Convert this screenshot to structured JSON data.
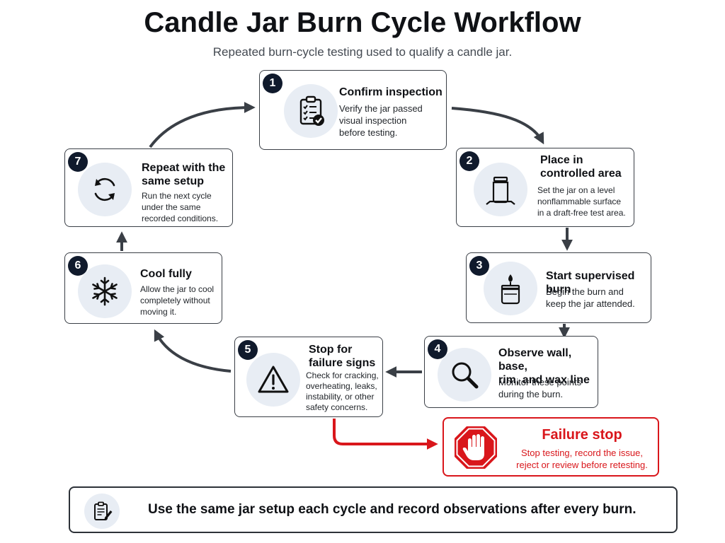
{
  "title": "Candle Jar Burn Cycle Workflow",
  "subtitle": "Repeated burn-cycle testing used to qualify a candle jar.",
  "steps": [
    {
      "number": "1",
      "title_lines": [
        "Confirm inspection"
      ],
      "desc_lines": [
        "Verify the jar passed",
        "visual inspection",
        "before testing."
      ],
      "icon": "clipboard-check-icon"
    },
    {
      "number": "2",
      "title_lines": [
        "Place in",
        "controlled area"
      ],
      "desc_lines": [
        "Set the jar on a level",
        "nonflammable surface",
        "in a draft-free test area."
      ],
      "icon": "jar-icon"
    },
    {
      "number": "3",
      "title_lines": [
        "Start supervised burn"
      ],
      "desc_lines": [
        "Begin the burn and",
        "keep the jar attended."
      ],
      "icon": "lit-candle-icon"
    },
    {
      "number": "4",
      "title_lines": [
        "Observe wall, base,",
        "rim, and wax line"
      ],
      "desc_lines": [
        "Monitor these points",
        "during the burn."
      ],
      "icon": "magnifier-icon"
    },
    {
      "number": "5",
      "title_lines": [
        "Stop for",
        "failure signs"
      ],
      "desc_lines": [
        "Check for cracking,",
        "overheating, leaks,",
        "instability, or other",
        "safety concerns."
      ],
      "icon": "warning-icon"
    },
    {
      "number": "6",
      "title_lines": [
        "Cool fully"
      ],
      "desc_lines": [
        "Allow the jar to cool",
        "completely without",
        "moving it."
      ],
      "icon": "snowflake-icon"
    },
    {
      "number": "7",
      "title_lines": [
        "Repeat with the",
        "same setup"
      ],
      "desc_lines": [
        "Run the next cycle",
        "under the same",
        "recorded conditions."
      ],
      "icon": "refresh-icon"
    }
  ],
  "failure": {
    "title": "Failure stop",
    "desc_lines": [
      "Stop testing, record the issue,",
      "reject or review before retesting."
    ],
    "icon": "stop-hand-icon"
  },
  "note": {
    "text": "Use the same jar setup each cycle and record observations after every burn.",
    "icon": "clipboard-pen-icon"
  },
  "colors": {
    "badge": "#101a2c",
    "icon_bg": "#e8edf4",
    "failure": "#d9161b",
    "arrow": "#3a3f46"
  }
}
